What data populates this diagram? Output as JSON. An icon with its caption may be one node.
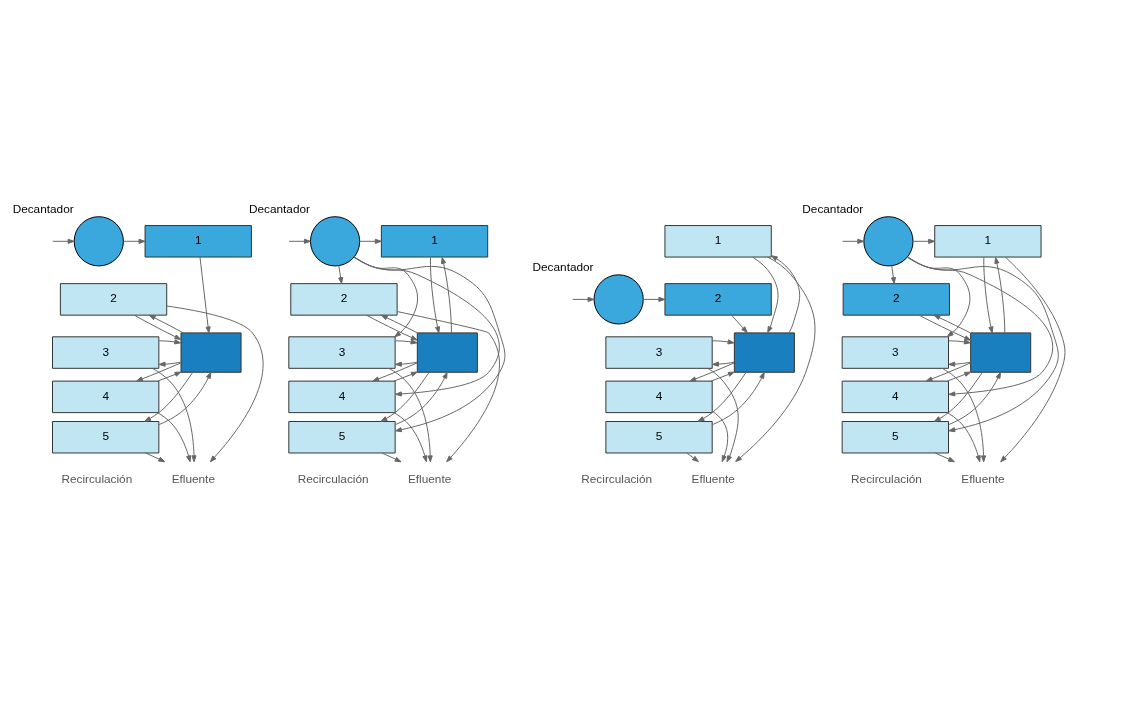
{
  "diagram": {
    "nodes": [
      {
        "text": [],
        "shape": "circle",
        "beside": [
          "Decantador"
        ]
      },
      {
        "text": [
          "1"
        ]
      },
      {
        "text": [
          "2"
        ]
      },
      {
        "text": [
          "3"
        ]
      },
      {
        "text": [
          "4"
        ]
      },
      {
        "text": [
          "5"
        ]
      },
      {
        "text": [],
        "shape": "box"
      },
      {
        "text": [
          "Efluente"
        ]
      },
      {
        "text": [],
        "shape": "circle",
        "beside": [
          "Decantador"
        ]
      },
      {
        "text": [
          "1"
        ]
      },
      {
        "text": [
          "2"
        ]
      },
      {
        "text": [
          "3"
        ]
      },
      {
        "text": [
          "4"
        ]
      },
      {
        "text": [
          "5"
        ]
      },
      {
        "text": [],
        "shape": "box"
      },
      {
        "text": [
          "Efluente"
        ]
      },
      {
        "text": [],
        "shape": "circle",
        "beside": [
          "Decantador"
        ]
      },
      {
        "text": [
          "1"
        ]
      },
      {
        "text": [
          "2"
        ]
      },
      {
        "text": [
          "3"
        ]
      },
      {
        "text": [
          "4"
        ]
      },
      {
        "text": [
          "5"
        ]
      },
      {
        "text": [],
        "shape": "box"
      },
      {
        "text": [
          "Efluente"
        ]
      },
      {
        "text": [],
        "shape": "circle",
        "beside": [
          "Decantador"
        ]
      },
      {
        "text": [
          "1"
        ]
      },
      {
        "text": [
          "2"
        ]
      },
      {
        "text": [
          "3"
        ]
      },
      {
        "text": [
          "4"
        ]
      },
      {
        "text": [
          "5"
        ]
      },
      {
        "text": [],
        "shape": "box"
      },
      {
        "text": [
          "Efluente"
        ]
      }
    ],
    "edges": [
      {
        "from": null,
        "to": 0,
        "arrow": "to"
      },
      {
        "from": 0,
        "to": 1,
        "arrow": "to"
      },
      {
        "from": 1,
        "to": 6,
        "arrow": "to"
      },
      {
        "from": 6,
        "to": 2,
        "arrow": "to"
      },
      {
        "from": 6,
        "to": 3,
        "arrow": "to"
      },
      {
        "from": 6,
        "to": 4,
        "arrow": "to"
      },
      {
        "from": 6,
        "to": 5,
        "arrow": "to"
      },
      {
        "from": 2,
        "to": 7,
        "arrow": "to"
      },
      {
        "from": 3,
        "to": 7,
        "arrow": "to"
      },
      {
        "from": 4,
        "to": 7,
        "arrow": "to"
      },
      {
        "from": 5,
        "to": 7,
        "arrow": "to"
      },
      {
        "from": 2,
        "to": 6,
        "arrow": "to"
      },
      {
        "from": 3,
        "to": 6,
        "arrow": "to"
      },
      {
        "from": 4,
        "to": 6,
        "arrow": "to"
      },
      {
        "from": 5,
        "to": 6,
        "arrow": "to"
      },
      {
        "from": null,
        "to": 8,
        "arrow": "to"
      },
      {
        "from": 8,
        "to": 9,
        "arrow": "to"
      },
      {
        "from": 8,
        "to": 10,
        "arrow": "to"
      },
      {
        "from": 8,
        "to": 11,
        "arrow": "to"
      },
      {
        "from": 8,
        "to": 12,
        "arrow": "to"
      },
      {
        "from": 8,
        "to": 13,
        "arrow": "to"
      },
      {
        "from": 14,
        "to": 9,
        "arrow": "to"
      },
      {
        "from": 14,
        "to": 10,
        "arrow": "to"
      },
      {
        "from": 14,
        "to": 11,
        "arrow": "to"
      },
      {
        "from": 14,
        "to": 12,
        "arrow": "to"
      },
      {
        "from": 14,
        "to": 13,
        "arrow": "to"
      },
      {
        "from": 9,
        "to": 14,
        "arrow": "to"
      },
      {
        "from": 10,
        "to": 15,
        "arrow": "to"
      },
      {
        "from": 11,
        "to": 15,
        "arrow": "to"
      },
      {
        "from": 12,
        "to": 15,
        "arrow": "to"
      },
      {
        "from": 13,
        "to": 15,
        "arrow": "to"
      },
      {
        "from": 10,
        "to": 14,
        "arrow": "to"
      },
      {
        "from": 11,
        "to": 14,
        "arrow": "to"
      },
      {
        "from": 12,
        "to": 14,
        "arrow": "to"
      },
      {
        "from": 13,
        "to": 14,
        "arrow": "to"
      },
      {
        "from": null,
        "to": 16,
        "arrow": "to"
      },
      {
        "from": 16,
        "to": 18,
        "arrow": "to"
      },
      {
        "from": 18,
        "to": 22,
        "arrow": "to"
      },
      {
        "from": 22,
        "to": 17,
        "arrow": "to"
      },
      {
        "from": 22,
        "to": 19,
        "arrow": "to"
      },
      {
        "from": 22,
        "to": 20,
        "arrow": "to"
      },
      {
        "from": 22,
        "to": 21,
        "arrow": "to"
      },
      {
        "from": 17,
        "to": 23,
        "arrow": "to"
      },
      {
        "from": 19,
        "to": 23,
        "arrow": "to"
      },
      {
        "from": 20,
        "to": 23,
        "arrow": "to"
      },
      {
        "from": 21,
        "to": 23,
        "arrow": "to"
      },
      {
        "from": 17,
        "to": 22,
        "arrow": "to"
      },
      {
        "from": 19,
        "to": 22,
        "arrow": "to"
      },
      {
        "from": 20,
        "to": 22,
        "arrow": "to"
      },
      {
        "from": 21,
        "to": 22,
        "arrow": "to"
      },
      {
        "from": null,
        "to": 24,
        "arrow": "to"
      },
      {
        "from": 24,
        "to": 25,
        "arrow": "to"
      },
      {
        "from": 24,
        "to": 26,
        "arrow": "to"
      },
      {
        "from": 24,
        "to": 27,
        "arrow": "to"
      },
      {
        "from": 24,
        "to": 28,
        "arrow": "to"
      },
      {
        "from": 24,
        "to": 29,
        "arrow": "to"
      },
      {
        "from": 30,
        "to": 25,
        "arrow": "to"
      },
      {
        "from": 30,
        "to": 26,
        "arrow": "to"
      },
      {
        "from": 30,
        "to": 27,
        "arrow": "to"
      },
      {
        "from": 30,
        "to": 28,
        "arrow": "to"
      },
      {
        "from": 30,
        "to": 29,
        "arrow": "to"
      },
      {
        "from": 26,
        "to": 30,
        "arrow": "to"
      },
      {
        "from": 25,
        "to": 31,
        "arrow": "to"
      },
      {
        "from": 27,
        "to": 31,
        "arrow": "to"
      },
      {
        "from": 28,
        "to": 31,
        "arrow": "to"
      },
      {
        "from": 29,
        "to": 31,
        "arrow": "to"
      },
      {
        "from": 25,
        "to": 30,
        "arrow": "to"
      },
      {
        "from": 27,
        "to": 30,
        "arrow": "to"
      },
      {
        "from": 28,
        "to": 30,
        "arrow": "to"
      },
      {
        "from": 29,
        "to": 30,
        "arrow": "to"
      }
    ],
    "labels": [
      "Recirculación",
      "Recirculación",
      "Recirculación",
      "Recirculación"
    ]
  }
}
